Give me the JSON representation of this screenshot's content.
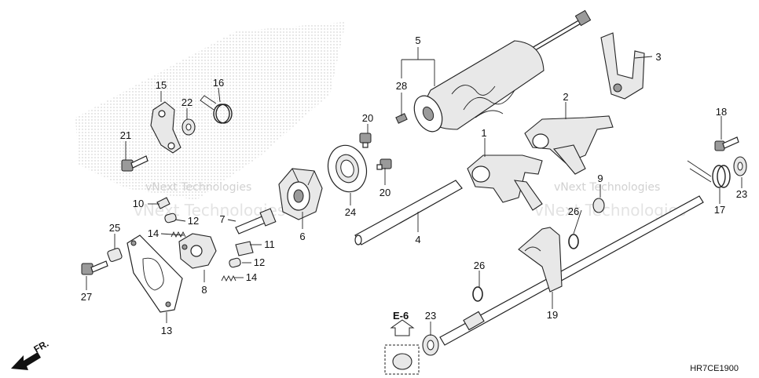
{
  "diagram": {
    "code": "HR7CE1900",
    "front_label": "FR.",
    "ref_label": "E-6",
    "watermark": "vNext Technologies",
    "callouts": [
      {
        "id": "c1",
        "text": "1"
      },
      {
        "id": "c2",
        "text": "2"
      },
      {
        "id": "c3",
        "text": "3"
      },
      {
        "id": "c4",
        "text": "4"
      },
      {
        "id": "c5",
        "text": "5"
      },
      {
        "id": "c6",
        "text": "6"
      },
      {
        "id": "c7",
        "text": "7"
      },
      {
        "id": "c8",
        "text": "8"
      },
      {
        "id": "c9",
        "text": "9"
      },
      {
        "id": "c10",
        "text": "10"
      },
      {
        "id": "c11",
        "text": "11"
      },
      {
        "id": "c12a",
        "text": "12"
      },
      {
        "id": "c12b",
        "text": "12"
      },
      {
        "id": "c13",
        "text": "13"
      },
      {
        "id": "c14a",
        "text": "14"
      },
      {
        "id": "c14b",
        "text": "14"
      },
      {
        "id": "c15",
        "text": "15"
      },
      {
        "id": "c16",
        "text": "16"
      },
      {
        "id": "c17",
        "text": "17"
      },
      {
        "id": "c18",
        "text": "18"
      },
      {
        "id": "c19",
        "text": "19"
      },
      {
        "id": "c20a",
        "text": "20"
      },
      {
        "id": "c20b",
        "text": "20"
      },
      {
        "id": "c21",
        "text": "21"
      },
      {
        "id": "c22",
        "text": "22"
      },
      {
        "id": "c23a",
        "text": "23"
      },
      {
        "id": "c23b",
        "text": "23"
      },
      {
        "id": "c24",
        "text": "24"
      },
      {
        "id": "c25",
        "text": "25"
      },
      {
        "id": "c26a",
        "text": "26"
      },
      {
        "id": "c26b",
        "text": "26"
      },
      {
        "id": "c27",
        "text": "27"
      },
      {
        "id": "c28",
        "text": "28"
      }
    ]
  }
}
